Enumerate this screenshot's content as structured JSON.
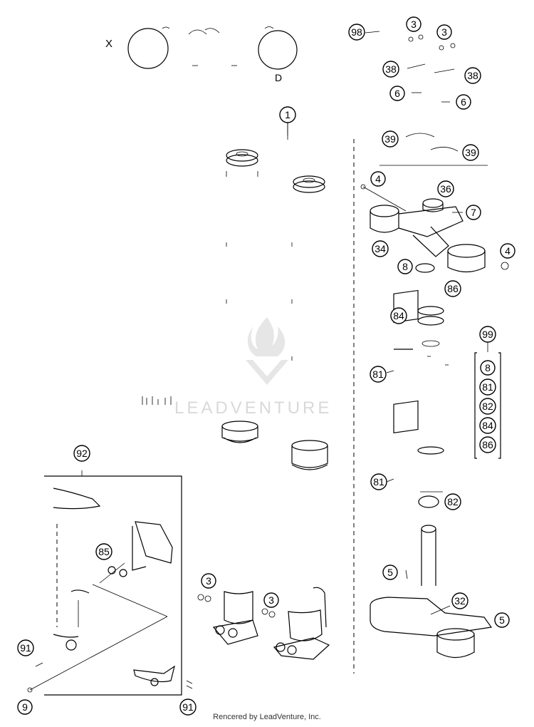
{
  "labels": {
    "x_mark": "X",
    "d_mark": "D"
  },
  "callouts": {
    "c98": "98",
    "c3_a": "3",
    "c3_b": "3",
    "c38_a": "38",
    "c38_b": "38",
    "c6_a": "6",
    "c6_b": "6",
    "c1": "1",
    "c39_a": "39",
    "c39_b": "39",
    "c4_a": "4",
    "c36": "36",
    "c7": "7",
    "c34": "34",
    "c4_b": "4",
    "c8_a": "8",
    "c86_a": "86",
    "c84_a": "84",
    "c99": "99",
    "c8_b": "8",
    "c81_kit": "81",
    "c82_kit": "82",
    "c84_kit": "84",
    "c86_kit": "86",
    "c81_a": "81",
    "c81_b": "81",
    "c82_a": "82",
    "c92": "92",
    "c85": "85",
    "c3_c": "3",
    "c3_d": "3",
    "c5_a": "5",
    "c32": "32",
    "c5_b": "5",
    "c91_a": "91",
    "c9": "9",
    "c91_b": "91"
  },
  "watermark": {
    "brand": "LEADVENTURE"
  },
  "footer": {
    "credit": "Rencered by LeadVenture, Inc."
  }
}
